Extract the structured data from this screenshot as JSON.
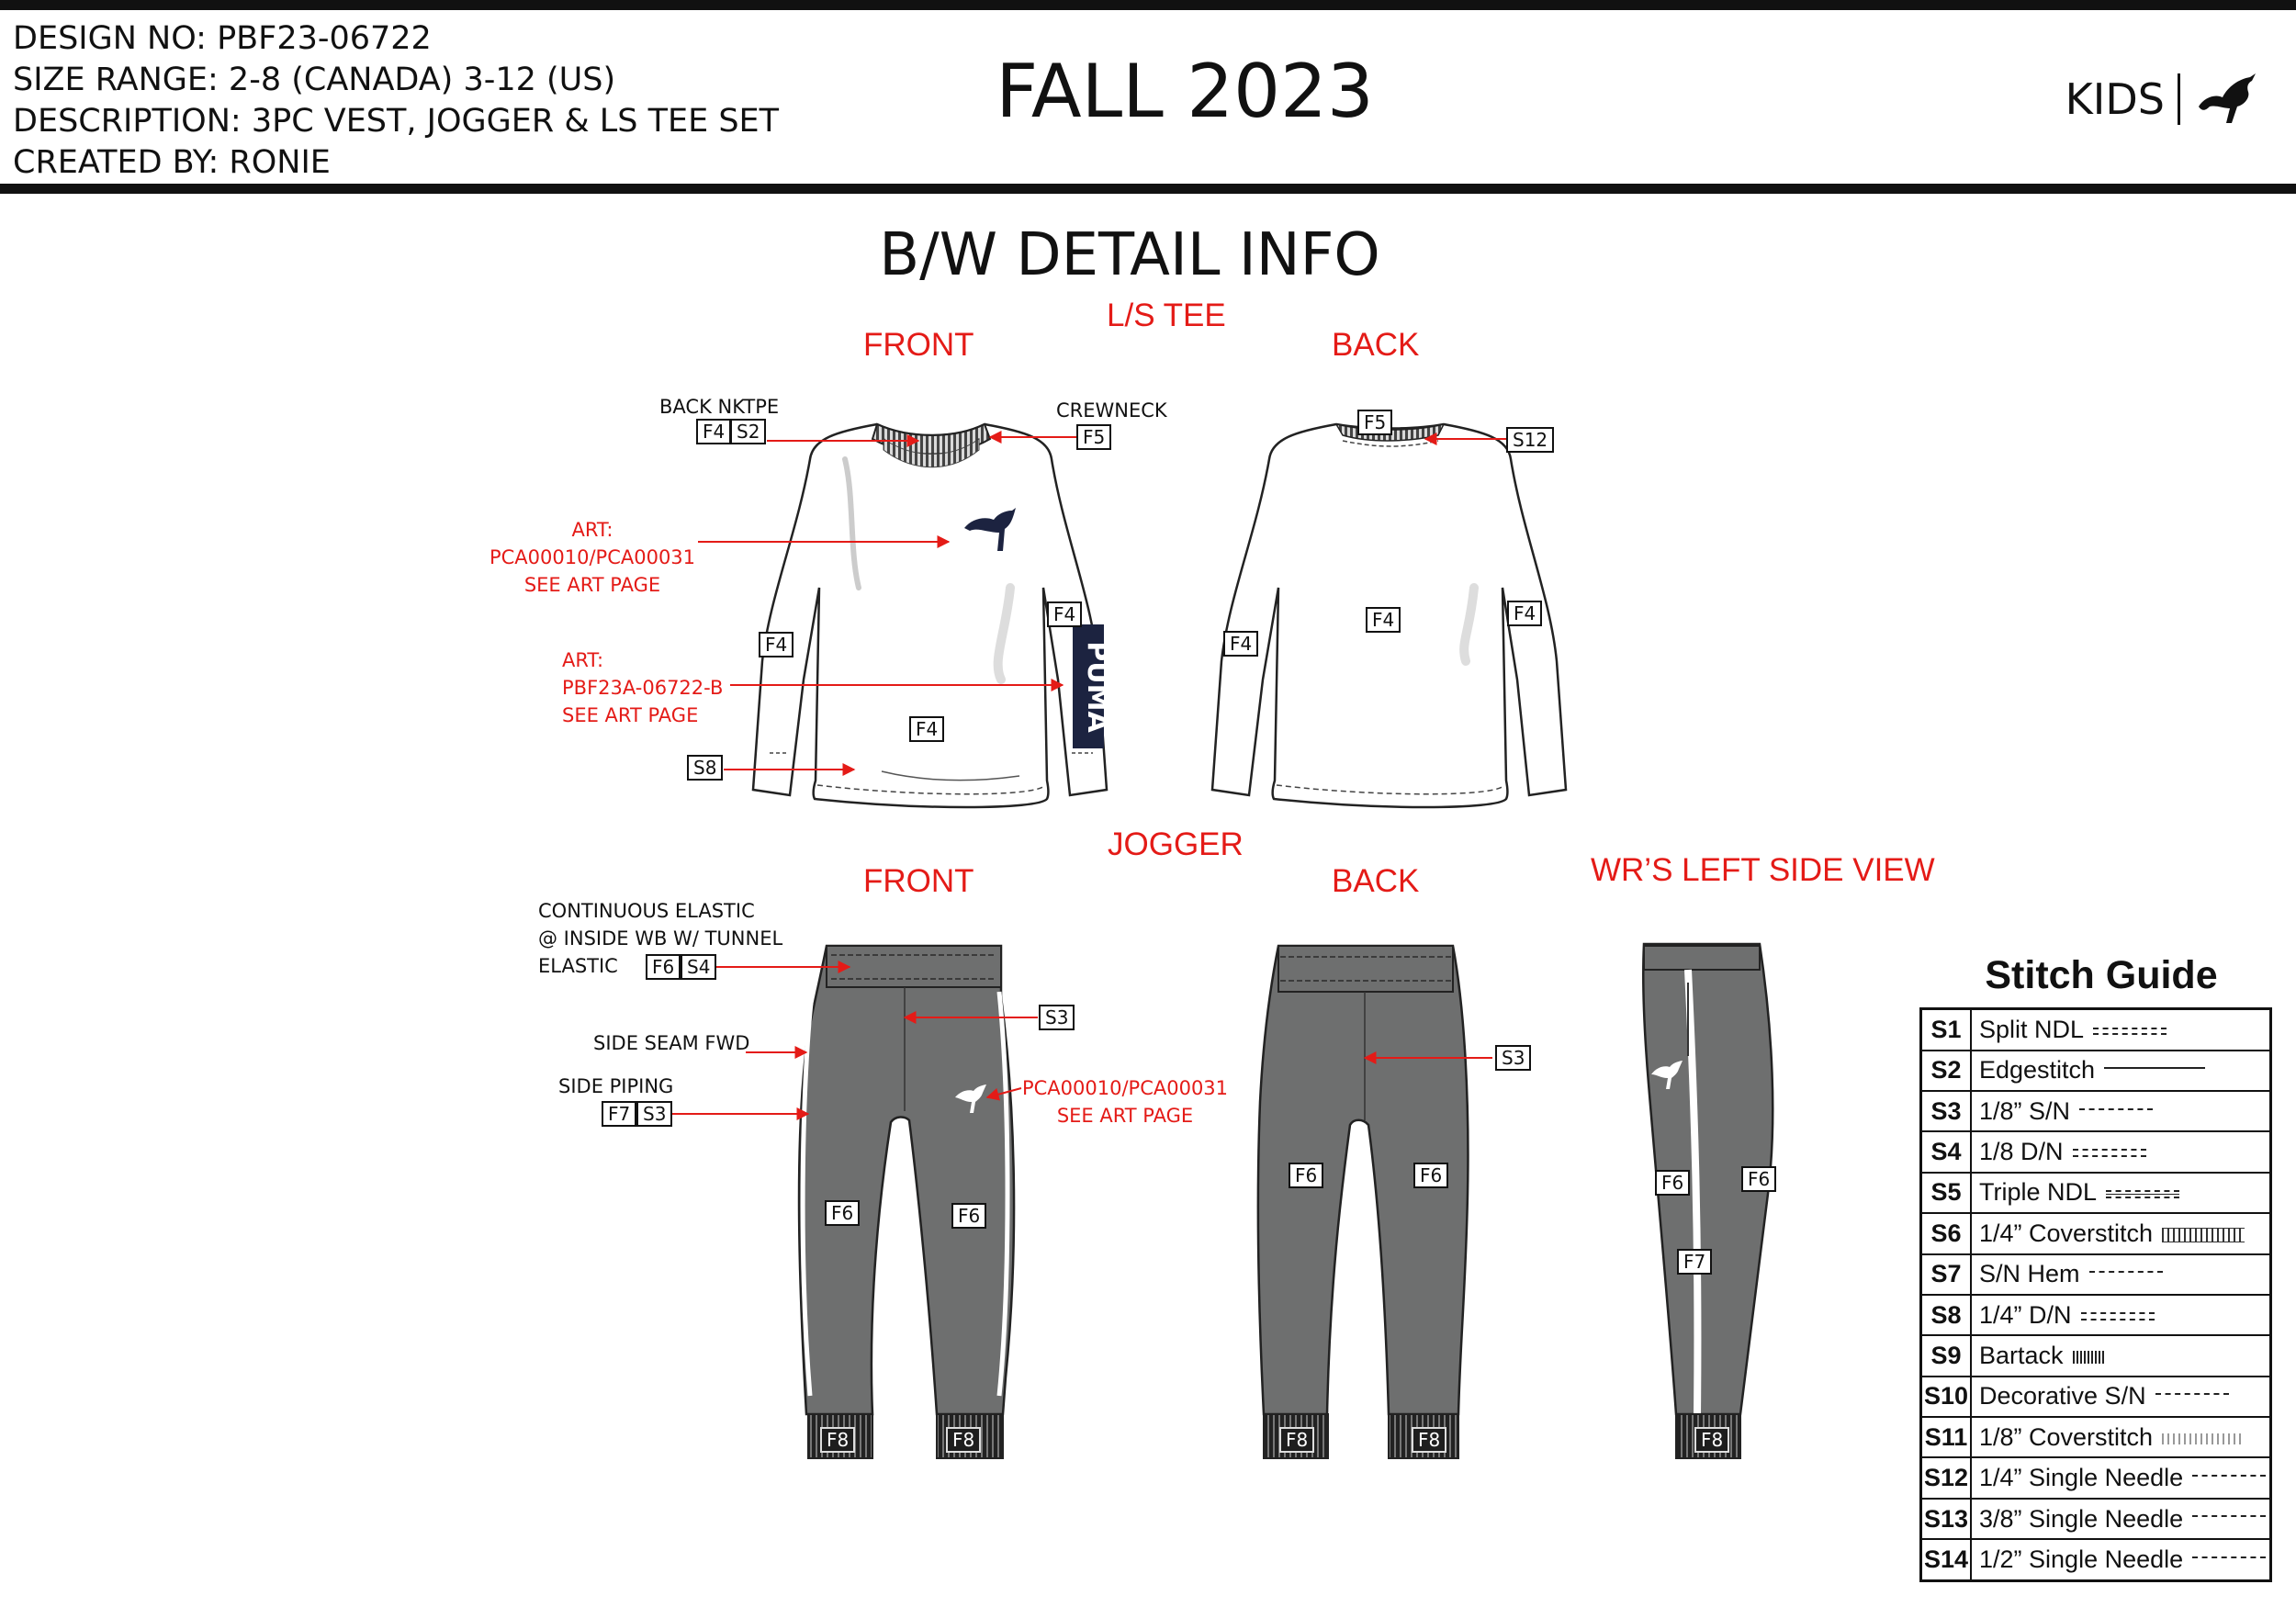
{
  "header": {
    "design_no": "DESIGN NO: PBF23-06722",
    "size_range": "SIZE RANGE: 2-8 (CANADA) 3-12 (US)",
    "description": "DESCRIPTION: 3PC VEST, JOGGER & LS TEE SET",
    "created_by": "CREATED BY: RONIE",
    "season": "FALL 2023",
    "brand_label": "KIDS"
  },
  "page_title": "B/W DETAIL INFO",
  "tee": {
    "section": "L/S TEE",
    "front_label": "FRONT",
    "back_label": "BACK",
    "back_neck_label": "BACK NKTPE",
    "crewneck_label": "CREWNECK",
    "art_chest": [
      "ART:",
      "PCA00010/PCA00031",
      "SEE ART PAGE"
    ],
    "art_sleeve": [
      "ART:",
      "PBF23A-06722-B",
      "SEE ART PAGE"
    ],
    "sleeve_print_text": "PUMA",
    "codes": {
      "f4": "F4",
      "s2": "S2",
      "f5": "F5",
      "s8": "S8",
      "s12": "S12"
    }
  },
  "jogger": {
    "section": "JOGGER",
    "front_label": "FRONT",
    "back_label": "BACK",
    "side_label": "WR’S LEFT SIDE VIEW",
    "elastic_label": [
      "CONTINUOUS ELASTIC",
      "@ INSIDE WB W/ TUNNEL",
      "ELASTIC"
    ],
    "side_seam_label": "SIDE SEAM FWD",
    "side_piping_label": "SIDE PIPING",
    "art": [
      "PCA00010/PCA00031",
      "SEE ART PAGE"
    ],
    "codes": {
      "f6": "F6",
      "s4": "S4",
      "s3": "S3",
      "f7": "F7",
      "f8": "F8"
    }
  },
  "stitch_guide": {
    "title": "Stitch Guide",
    "rows": [
      {
        "code": "S1",
        "name": "Split NDL",
        "symbol": "split"
      },
      {
        "code": "S2",
        "name": "Edgestitch",
        "symbol": "edge"
      },
      {
        "code": "S3",
        "name": "1/8” S/N",
        "symbol": "single"
      },
      {
        "code": "S4",
        "name": "1/8 D/N",
        "symbol": "double"
      },
      {
        "code": "S5",
        "name": "Triple NDL",
        "symbol": "triple"
      },
      {
        "code": "S6",
        "name": "1/4” Coverstitch",
        "symbol": "cover"
      },
      {
        "code": "S7",
        "name": "S/N Hem",
        "symbol": "single"
      },
      {
        "code": "S8",
        "name": "1/4” D/N",
        "symbol": "double"
      },
      {
        "code": "S9",
        "name": "Bartack",
        "symbol": "bartack"
      },
      {
        "code": "S10",
        "name": "Decorative S/N",
        "symbol": "single"
      },
      {
        "code": "S11",
        "name": "1/8” Coverstitch",
        "symbol": "cover-light"
      },
      {
        "code": "S12",
        "name": "1/4” Single Needle",
        "symbol": "single"
      },
      {
        "code": "S13",
        "name": "3/8” Single Needle",
        "symbol": "single"
      },
      {
        "code": "S14",
        "name": "1/2” Single Needle",
        "symbol": "single"
      }
    ]
  },
  "colors": {
    "callout_red": "#e41b17",
    "jogger_grey": "#6e6f6f",
    "logo_navy": "#1c2340"
  },
  "icons": [
    "puma-logo-icon"
  ]
}
